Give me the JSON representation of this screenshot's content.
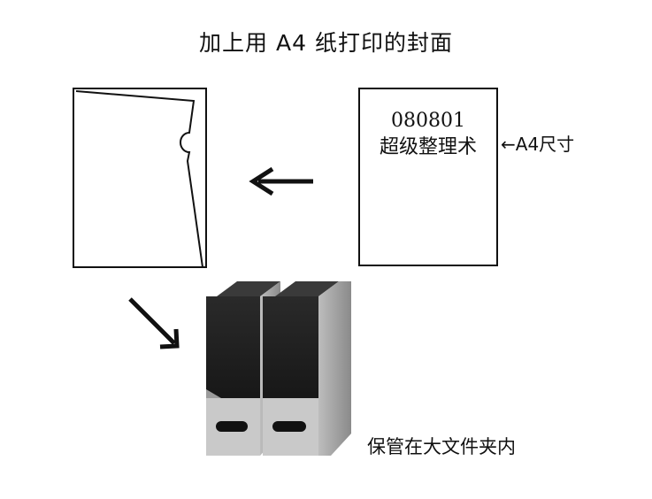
{
  "title": "加上用 A4 纸打印的封面",
  "cover": {
    "code": "080801",
    "label": "超级整理术"
  },
  "size_note": "←A4尺寸",
  "storage_note": "保管在大文件夹内"
}
